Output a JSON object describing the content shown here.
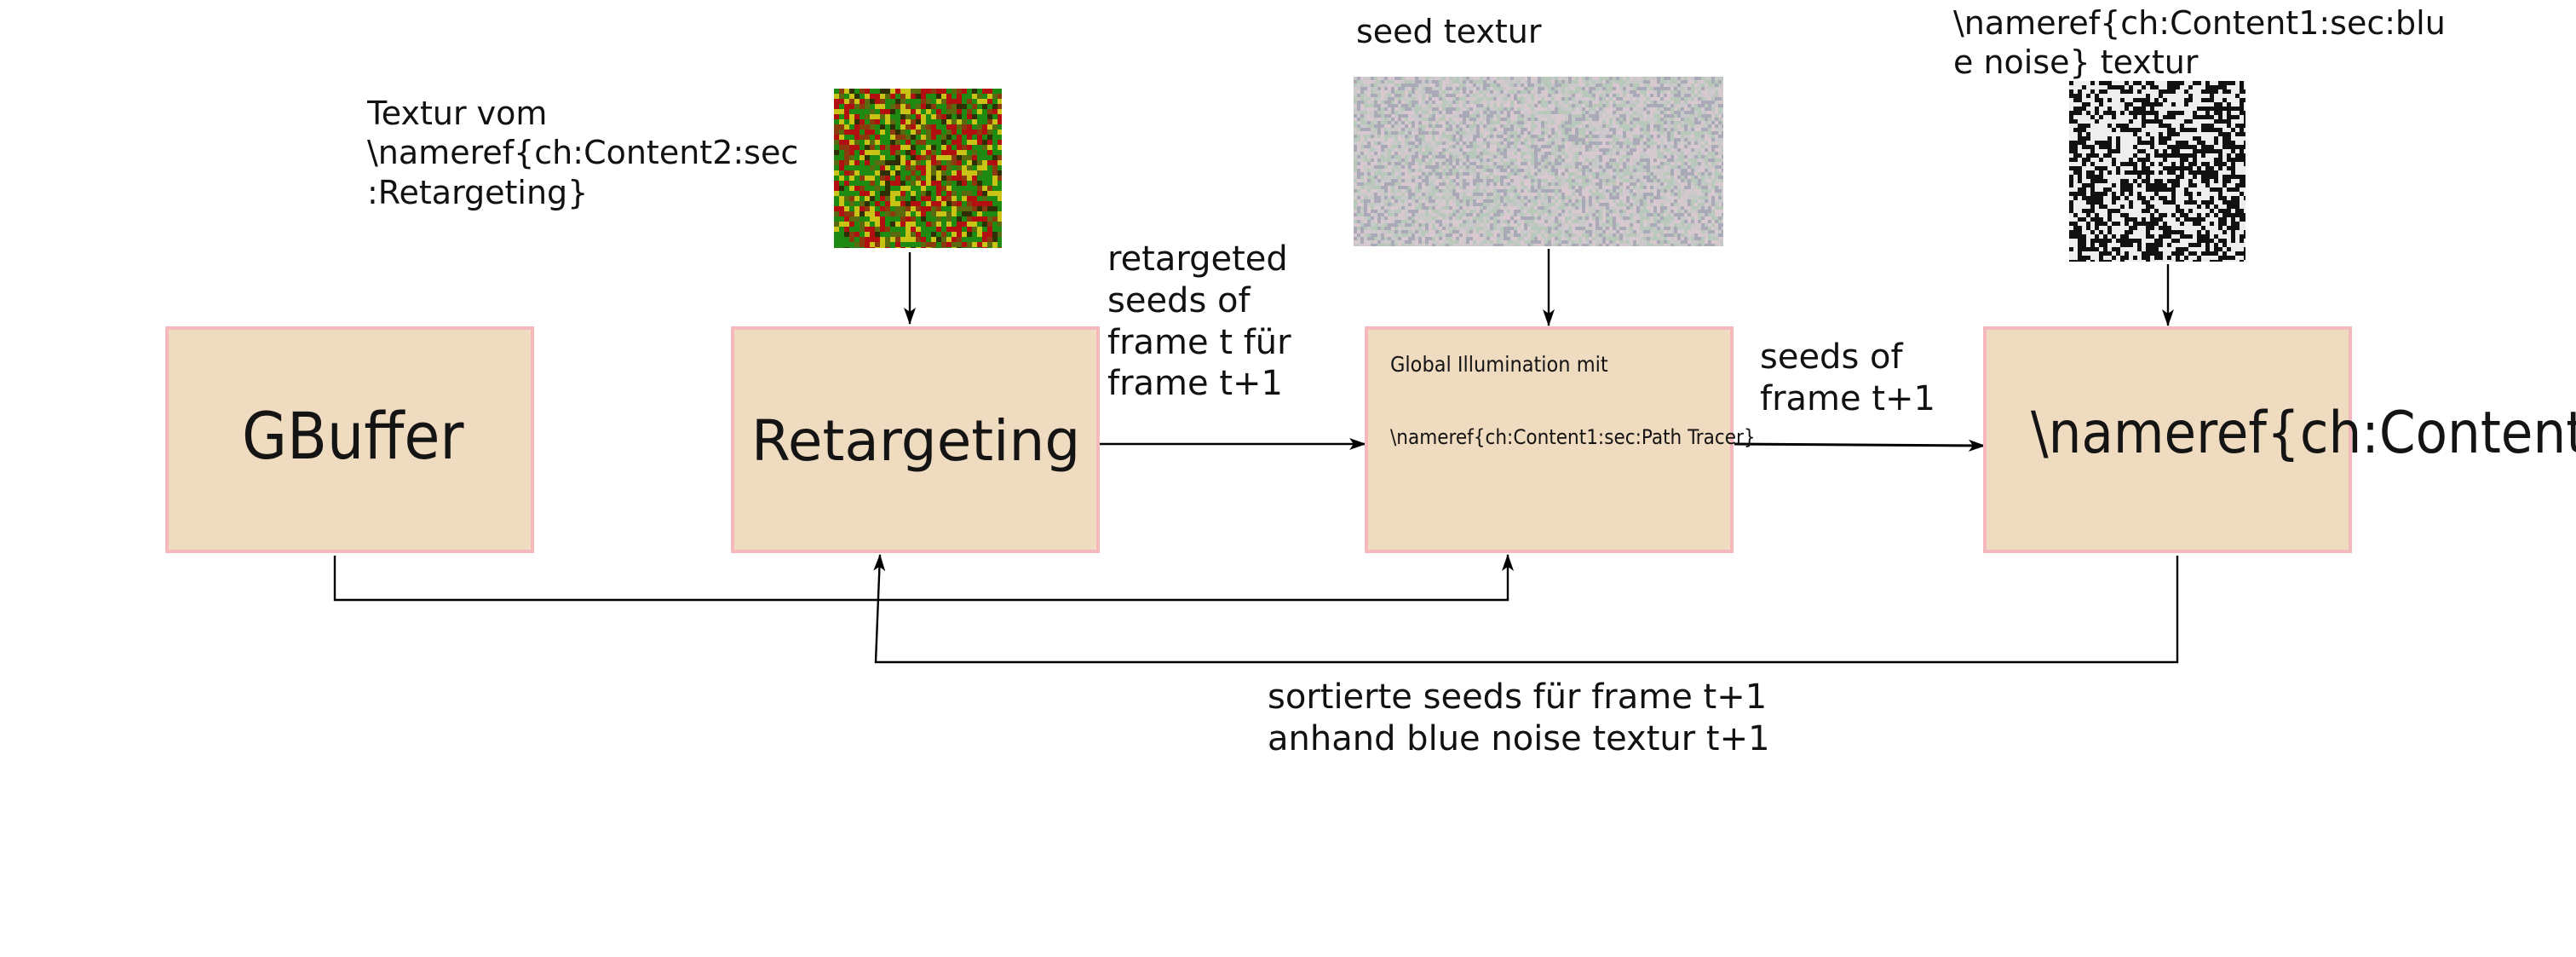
{
  "boxes": {
    "gbuffer": {
      "title": "GBuffer"
    },
    "retargeting": {
      "title": "Retargeting"
    },
    "global_illumination": {
      "line1": "Global Illumination mit",
      "line2": "\\nameref{ch:Content1:sec:Path Tracer}"
    },
    "content1": {
      "title": "\\nameref{ch:Content"
    }
  },
  "labels": {
    "texture_from_retargeting": "Textur vom\n\\nameref{ch:Content2:sec\n:Retargeting}",
    "seed_texture": "seed textur",
    "blue_noise_texture": "\\nameref{ch:Content1:sec:blu\ne noise} textur",
    "retargeted_seeds": "retargeted\nseeds of\nframe t für\nframe t+1",
    "seeds_next_frame": "seeds of\nframe t+1",
    "sorted_seeds": "sortierte seeds für frame t+1\nanhand blue noise textur t+1"
  },
  "textures": {
    "retargeting_texture": {
      "kind": "color-noise",
      "colors": [
        "#1f8a12",
        "#b21010",
        "#c9c316",
        "#5b6a0e",
        "#8a3a0c",
        "#2f2f06"
      ]
    },
    "seed_texture": {
      "kind": "rgb-noise",
      "colors": [
        "#c9c9c9",
        "#a9a9b8",
        "#d8c8cf",
        "#b8c9bc"
      ]
    },
    "blue_noise_texture": {
      "kind": "binary-noise",
      "colors": [
        "#111111",
        "#eeeeee"
      ]
    }
  },
  "colors": {
    "box_fill": "#efdbbf",
    "box_border": "#f5b9bd",
    "wire": "#000000"
  }
}
